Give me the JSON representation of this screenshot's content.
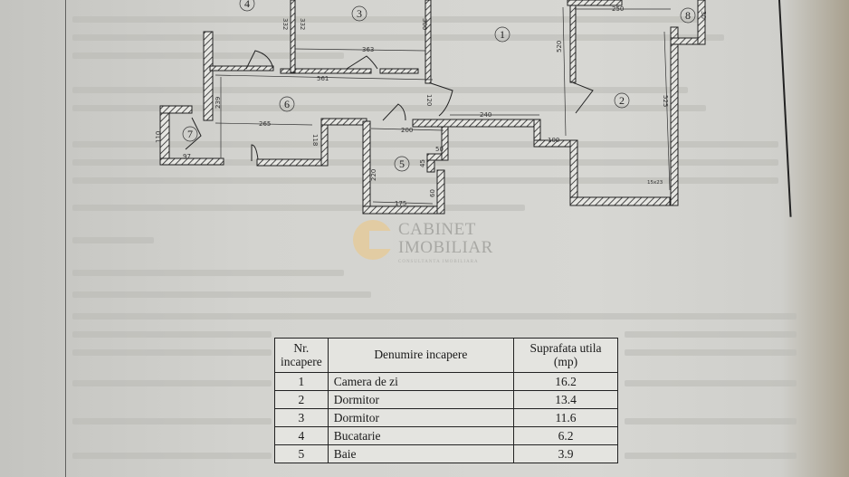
{
  "floor_plan": {
    "room_numbers": [
      "1",
      "2",
      "3",
      "4",
      "5",
      "6",
      "7",
      "8"
    ],
    "dimensions": {
      "d332a": "332",
      "d332b": "332",
      "d363": "363",
      "d561": "561",
      "d120": "120",
      "d239": "239",
      "d265": "265",
      "d118": "118",
      "d200": "200",
      "d220": "220",
      "d175": "175",
      "d50": "50",
      "d45": "45",
      "d60": "60",
      "d240": "240",
      "d100": "100",
      "d520": "520",
      "d525": "525",
      "d250": "250",
      "d15x23": "15x23",
      "d97": "97",
      "d110": "110",
      "d30": "30",
      "d310": "300"
    }
  },
  "watermark": {
    "line1": "CABINET",
    "line2": "IMOBILIAR",
    "tagline": "CONSULTANTA IMOBILIARA"
  },
  "table": {
    "headers": {
      "nr": "Nr. incapere",
      "name": "Denumire incapere",
      "area": "Suprafata utila (mp)"
    },
    "rows": [
      {
        "nr": "1",
        "name": "Camera de zi",
        "area": "16.2"
      },
      {
        "nr": "2",
        "name": "Dormitor",
        "area": "13.4"
      },
      {
        "nr": "3",
        "name": "Dormitor",
        "area": "11.6"
      },
      {
        "nr": "4",
        "name": "Bucatarie",
        "area": "6.2"
      },
      {
        "nr": "5",
        "name": "Baie",
        "area": "3.9"
      }
    ]
  }
}
